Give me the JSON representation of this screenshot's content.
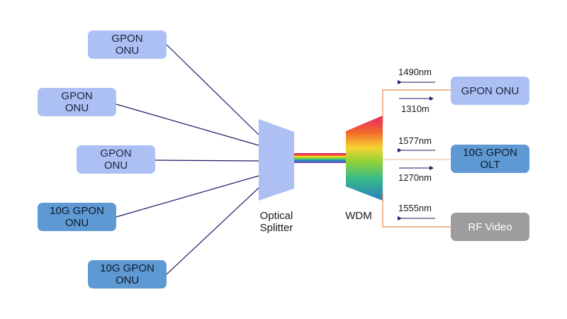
{
  "onus": [
    {
      "label": "GPON\nONU"
    },
    {
      "label": "GPON\nONU"
    },
    {
      "label": "GPON\nONU"
    },
    {
      "label": "10G GPON\nONU"
    },
    {
      "label": "10G GPON\nONU"
    }
  ],
  "splitter": {
    "label": "Optical\nSplitter"
  },
  "wdm": {
    "label": "WDM"
  },
  "right_devices": [
    {
      "label": "GPON ONU"
    },
    {
      "label": "10G GPON\nOLT"
    },
    {
      "label": "RF Video"
    }
  ],
  "wavelengths": [
    {
      "label": "1490nm",
      "direction": "left"
    },
    {
      "label": "1310m",
      "direction": "right"
    },
    {
      "label": "1577nm",
      "direction": "left"
    },
    {
      "label": "1270nm",
      "direction": "right"
    },
    {
      "label": "1555nm",
      "direction": "left"
    }
  ],
  "colors": {
    "gpon_box": "#adc0f3",
    "xgpon_box": "#5f99d3",
    "rf_box": "#9d9d9d",
    "fiber_to_onu": "#1a1a66",
    "wdm_branch": "#f08a4b",
    "arrow": "#1a1a66"
  }
}
